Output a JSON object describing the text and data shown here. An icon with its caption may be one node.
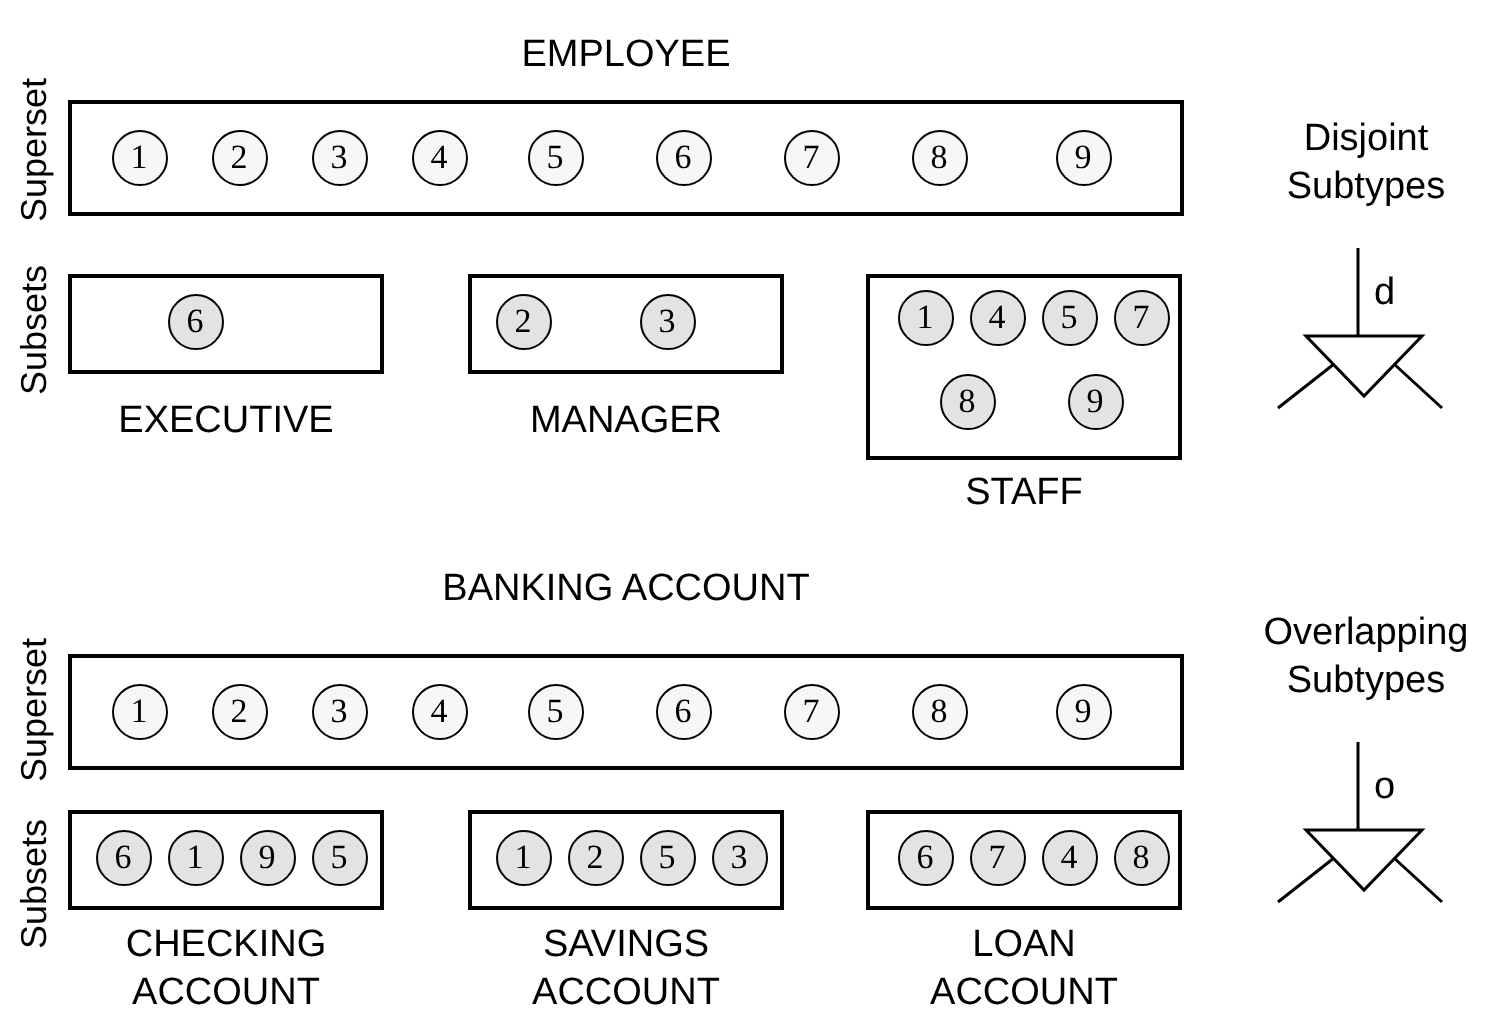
{
  "diagram": {
    "nodes": [
      {
        "text": [
          "EMPLOYEE"
        ]
      },
      {
        "text": [
          "1"
        ],
        "in": 0
      },
      {
        "text": [
          "2"
        ],
        "in": 0
      },
      {
        "text": [
          "3"
        ],
        "in": 0
      },
      {
        "text": [
          "4"
        ],
        "in": 0
      },
      {
        "text": [
          "5"
        ],
        "in": 0
      },
      {
        "text": [
          "6"
        ],
        "in": 0
      },
      {
        "text": [
          "7"
        ],
        "in": 0
      },
      {
        "text": [
          "8"
        ],
        "in": 0
      },
      {
        "text": [
          "9"
        ],
        "in": 0
      },
      {
        "text": [
          "Disjoint Subtypes",
          "d"
        ]
      },
      {
        "text": [
          "EXECUTIVE"
        ]
      },
      {
        "text": [
          "6"
        ],
        "in": 11
      },
      {
        "text": [
          "MANAGER"
        ]
      },
      {
        "text": [
          "2"
        ],
        "in": 13
      },
      {
        "text": [
          "3"
        ],
        "in": 13
      },
      {
        "text": [
          "STAFF"
        ]
      },
      {
        "text": [
          "1"
        ],
        "in": 16
      },
      {
        "text": [
          "4"
        ],
        "in": 16
      },
      {
        "text": [
          "5"
        ],
        "in": 16
      },
      {
        "text": [
          "7"
        ],
        "in": 16
      },
      {
        "text": [
          "8"
        ],
        "in": 16
      },
      {
        "text": [
          "9"
        ],
        "in": 16
      },
      {
        "text": [
          "BANKING ACCOUNT"
        ]
      },
      {
        "text": [
          "1"
        ],
        "in": 23
      },
      {
        "text": [
          "2"
        ],
        "in": 23
      },
      {
        "text": [
          "3"
        ],
        "in": 23
      },
      {
        "text": [
          "4"
        ],
        "in": 23
      },
      {
        "text": [
          "5"
        ],
        "in": 23
      },
      {
        "text": [
          "6"
        ],
        "in": 23
      },
      {
        "text": [
          "7"
        ],
        "in": 23
      },
      {
        "text": [
          "8"
        ],
        "in": 23
      },
      {
        "text": [
          "9"
        ],
        "in": 23
      },
      {
        "text": [
          "Overlapping Subtypes",
          "o"
        ]
      },
      {
        "text": [
          "CHECKING ACCOUNT"
        ]
      },
      {
        "text": [
          "6"
        ],
        "in": 34
      },
      {
        "text": [
          "1"
        ],
        "in": 34
      },
      {
        "text": [
          "9"
        ],
        "in": 34
      },
      {
        "text": [
          "5"
        ],
        "in": 34
      },
      {
        "text": [
          "SAVINGS ACCOUNT"
        ]
      },
      {
        "text": [
          "1"
        ],
        "in": 39
      },
      {
        "text": [
          "2"
        ],
        "in": 39
      },
      {
        "text": [
          "5"
        ],
        "in": 39
      },
      {
        "text": [
          "3"
        ],
        "in": 39
      },
      {
        "text": [
          "LOAN ACCOUNT"
        ]
      },
      {
        "text": [
          "6"
        ],
        "in": 44
      },
      {
        "text": [
          "7"
        ],
        "in": 44
      },
      {
        "text": [
          "4"
        ],
        "in": 44
      },
      {
        "text": [
          "8"
        ],
        "in": 44
      }
    ],
    "labels": [
      "Superset",
      "Subsets",
      "Superset",
      "Subsets"
    ]
  }
}
